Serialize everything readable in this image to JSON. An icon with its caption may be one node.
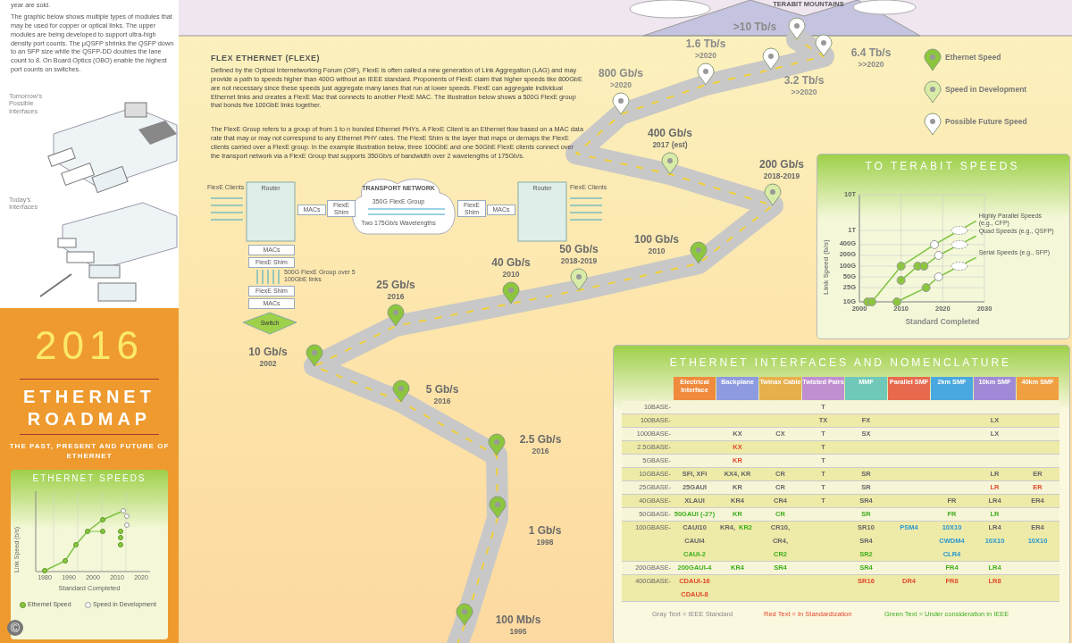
{
  "diagram": {
    "title": "ETHERNET ROADMAP",
    "nodes": [
      {
        "text": [
          "100 Mb/s",
          "1995"
        ]
      },
      {
        "text": [
          "1 Gb/s",
          "1998"
        ]
      },
      {
        "text": [
          "2.5 Gb/s",
          "2016"
        ]
      },
      {
        "text": [
          "5 Gb/s",
          "2016"
        ]
      },
      {
        "text": [
          "10 Gb/s",
          "2002"
        ]
      },
      {
        "text": [
          "25 Gb/s",
          "2016"
        ]
      },
      {
        "text": [
          "40 Gb/s",
          "2010"
        ]
      },
      {
        "text": [
          "50 Gb/s",
          "2018-2019"
        ]
      },
      {
        "text": [
          "100 Gb/s",
          "2010"
        ]
      },
      {
        "text": [
          "200 Gb/s",
          "2018-2019"
        ]
      },
      {
        "text": [
          "400 Gb/s",
          "2017 (est)"
        ]
      },
      {
        "text": [
          "800 Gb/s",
          ">2020"
        ]
      },
      {
        "text": [
          "1.6 Tb/s",
          ">2020"
        ]
      },
      {
        "text": [
          "3.2 Tb/s",
          ">>2020"
        ]
      },
      {
        "text": [
          "6.4 Tb/s",
          ">>2020"
        ]
      },
      {
        "text": [
          ">10 Tb/s"
        ]
      }
    ],
    "labels": [
      "year are sold.",
      "The graphic below shows multiple types of modules that may be used for copper or optical links. The upper modules are being developed to support ultra-high density port counts. The μQSFP shrinks the QSFP down to an SFP size while the QSFP-DD doubles the lane count to 8. On Board Optics (OBO) enable the highest port counts on switches.",
      "Tomorrow's Possible Interfaces",
      "Today's Interfaces",
      "2016",
      "THE PAST, PRESENT AND FUTURE OF ETHERNET",
      "ETHERNET SPEEDS",
      "Link Speed (b/s)",
      "1980",
      "1990",
      "2000",
      "2010",
      "2020",
      "Standard Completed",
      "Ethernet Speed",
      "Speed in Development",
      "©",
      "TERABIT MOUNTAINS",
      "FLEX ETHERNET (FLEXE)",
      "Defined by the Optical Internetworking Forum (OIF), FlexE is often called a new generation of Link Aggregation (LAG) and may provide a path to speeds higher than 400G without an IEEE standard. Proponents of FlexE claim that higher speeds like 800GbE are not necessary since these speeds just aggregate many lanes that run at lower speeds. FlexE can aggregate individual Ethernet links and creates a FlexE Mac that connects to another FlexE MAC. The illustration below shows a 500G FlexE group that bonds five 100GbE links together.",
      "The FlexE Group refers to a group of from 1 to n bonded Ethernet PHYs. A FlexE Client is an Ethernet flow based on a MAC data rate that may or may not correspond to any Ethernet PHY rates. The FlexE Shim is the layer that maps or demaps the FlexE clients carried over a FlexE group. In the example illustration below, three 100GbE and one 50GbE FlexE clients connect over the transport network via a FlexE Group that supports 350Gb/s of bandwidth over 2 wavelengths of 175Gb/s.",
      "FlexE Clients",
      "Router",
      "MACs",
      "FlexE Shim",
      "TRANSPORT NETWORK",
      "350G FlexE Group",
      "Two 175Gb/s Wavelengths",
      "FlexE Shim",
      "MACs",
      "Router",
      "FlexE Clients",
      "MACs",
      "FlexE Shim",
      "500G FlexE Group over 5 100GbE links",
      "FlexE Shim",
      "MACs",
      "Switch",
      "TO TERABIT SPEEDS",
      "10T",
      "1T",
      "400G",
      "200G",
      "100G",
      "50G",
      "25G",
      "10G",
      "Link Speed (b/s)",
      "2000",
      "2010",
      "2020",
      "2030",
      "Standard Completed",
      "Highly Parallel Speeds (e.g., CFP)",
      "Quad Speeds (e.g., QSFP)",
      "Serial Speeds (e.g., SFP)",
      "ETHERNET INTERFACES AND NOMENCLATURE",
      "Electrical Interface",
      "Backplane",
      "Twinax Cable",
      "Twisted Pairs",
      "MMF",
      "Parallel SMF",
      "2km SMF",
      "10km SMF",
      "40km SMF",
      "10BASE-",
      "T",
      "100BASE-",
      "TX",
      "FX",
      "LX",
      "1000BASE-",
      "KX",
      "CX",
      "T",
      "SX",
      "LX",
      "2.5GBASE-",
      "KX",
      "T",
      "5GBASE-",
      "KR",
      "T",
      "10GBASE-",
      "SFI, XFI",
      "KX4, KR",
      "CR",
      "T",
      "SR",
      "LR",
      "ER",
      "25GBASE-",
      "25GAUI",
      "KR",
      "CR",
      "T",
      "SR",
      "LR",
      "ER",
      "40GBASE-",
      "XLAUI",
      "KR4",
      "CR4",
      "T",
      "SR4",
      "FR",
      "LR4",
      "ER4",
      "50GBASE-",
      "50GAUI (-2?)",
      "KR",
      "CR",
      "SR",
      "FR",
      "LR",
      "100GBASE-",
      "CAUI10",
      "CAUI4",
      "CAUI-2",
      "KR4,",
      "KR2",
      "CR10,",
      "CR4,",
      "CR2",
      "SR10",
      "SR4",
      "SR2",
      "PSM4",
      "10X10",
      "CWDM4",
      "CLR4",
      "LR4",
      "10X10",
      "ER4",
      "10X10",
      "200GBASE-",
      "200GAUI-4",
      "KR4",
      "SR4",
      "SR4",
      "FR4",
      "LR4",
      "400GBASE-",
      "CDAUI-16",
      "CDAUI-8",
      "SR16",
      "DR4",
      "FR8",
      "LR8",
      "Gray Text = IEEE Standard",
      "Red Text = In Standardization",
      "Green Text = Under consideration in IEEE"
    ],
    "legend": [
      {
        "text": "Ethernet Speed"
      },
      {
        "text": "Speed in Development"
      },
      {
        "text": "Possible Future Speed"
      }
    ]
  }
}
